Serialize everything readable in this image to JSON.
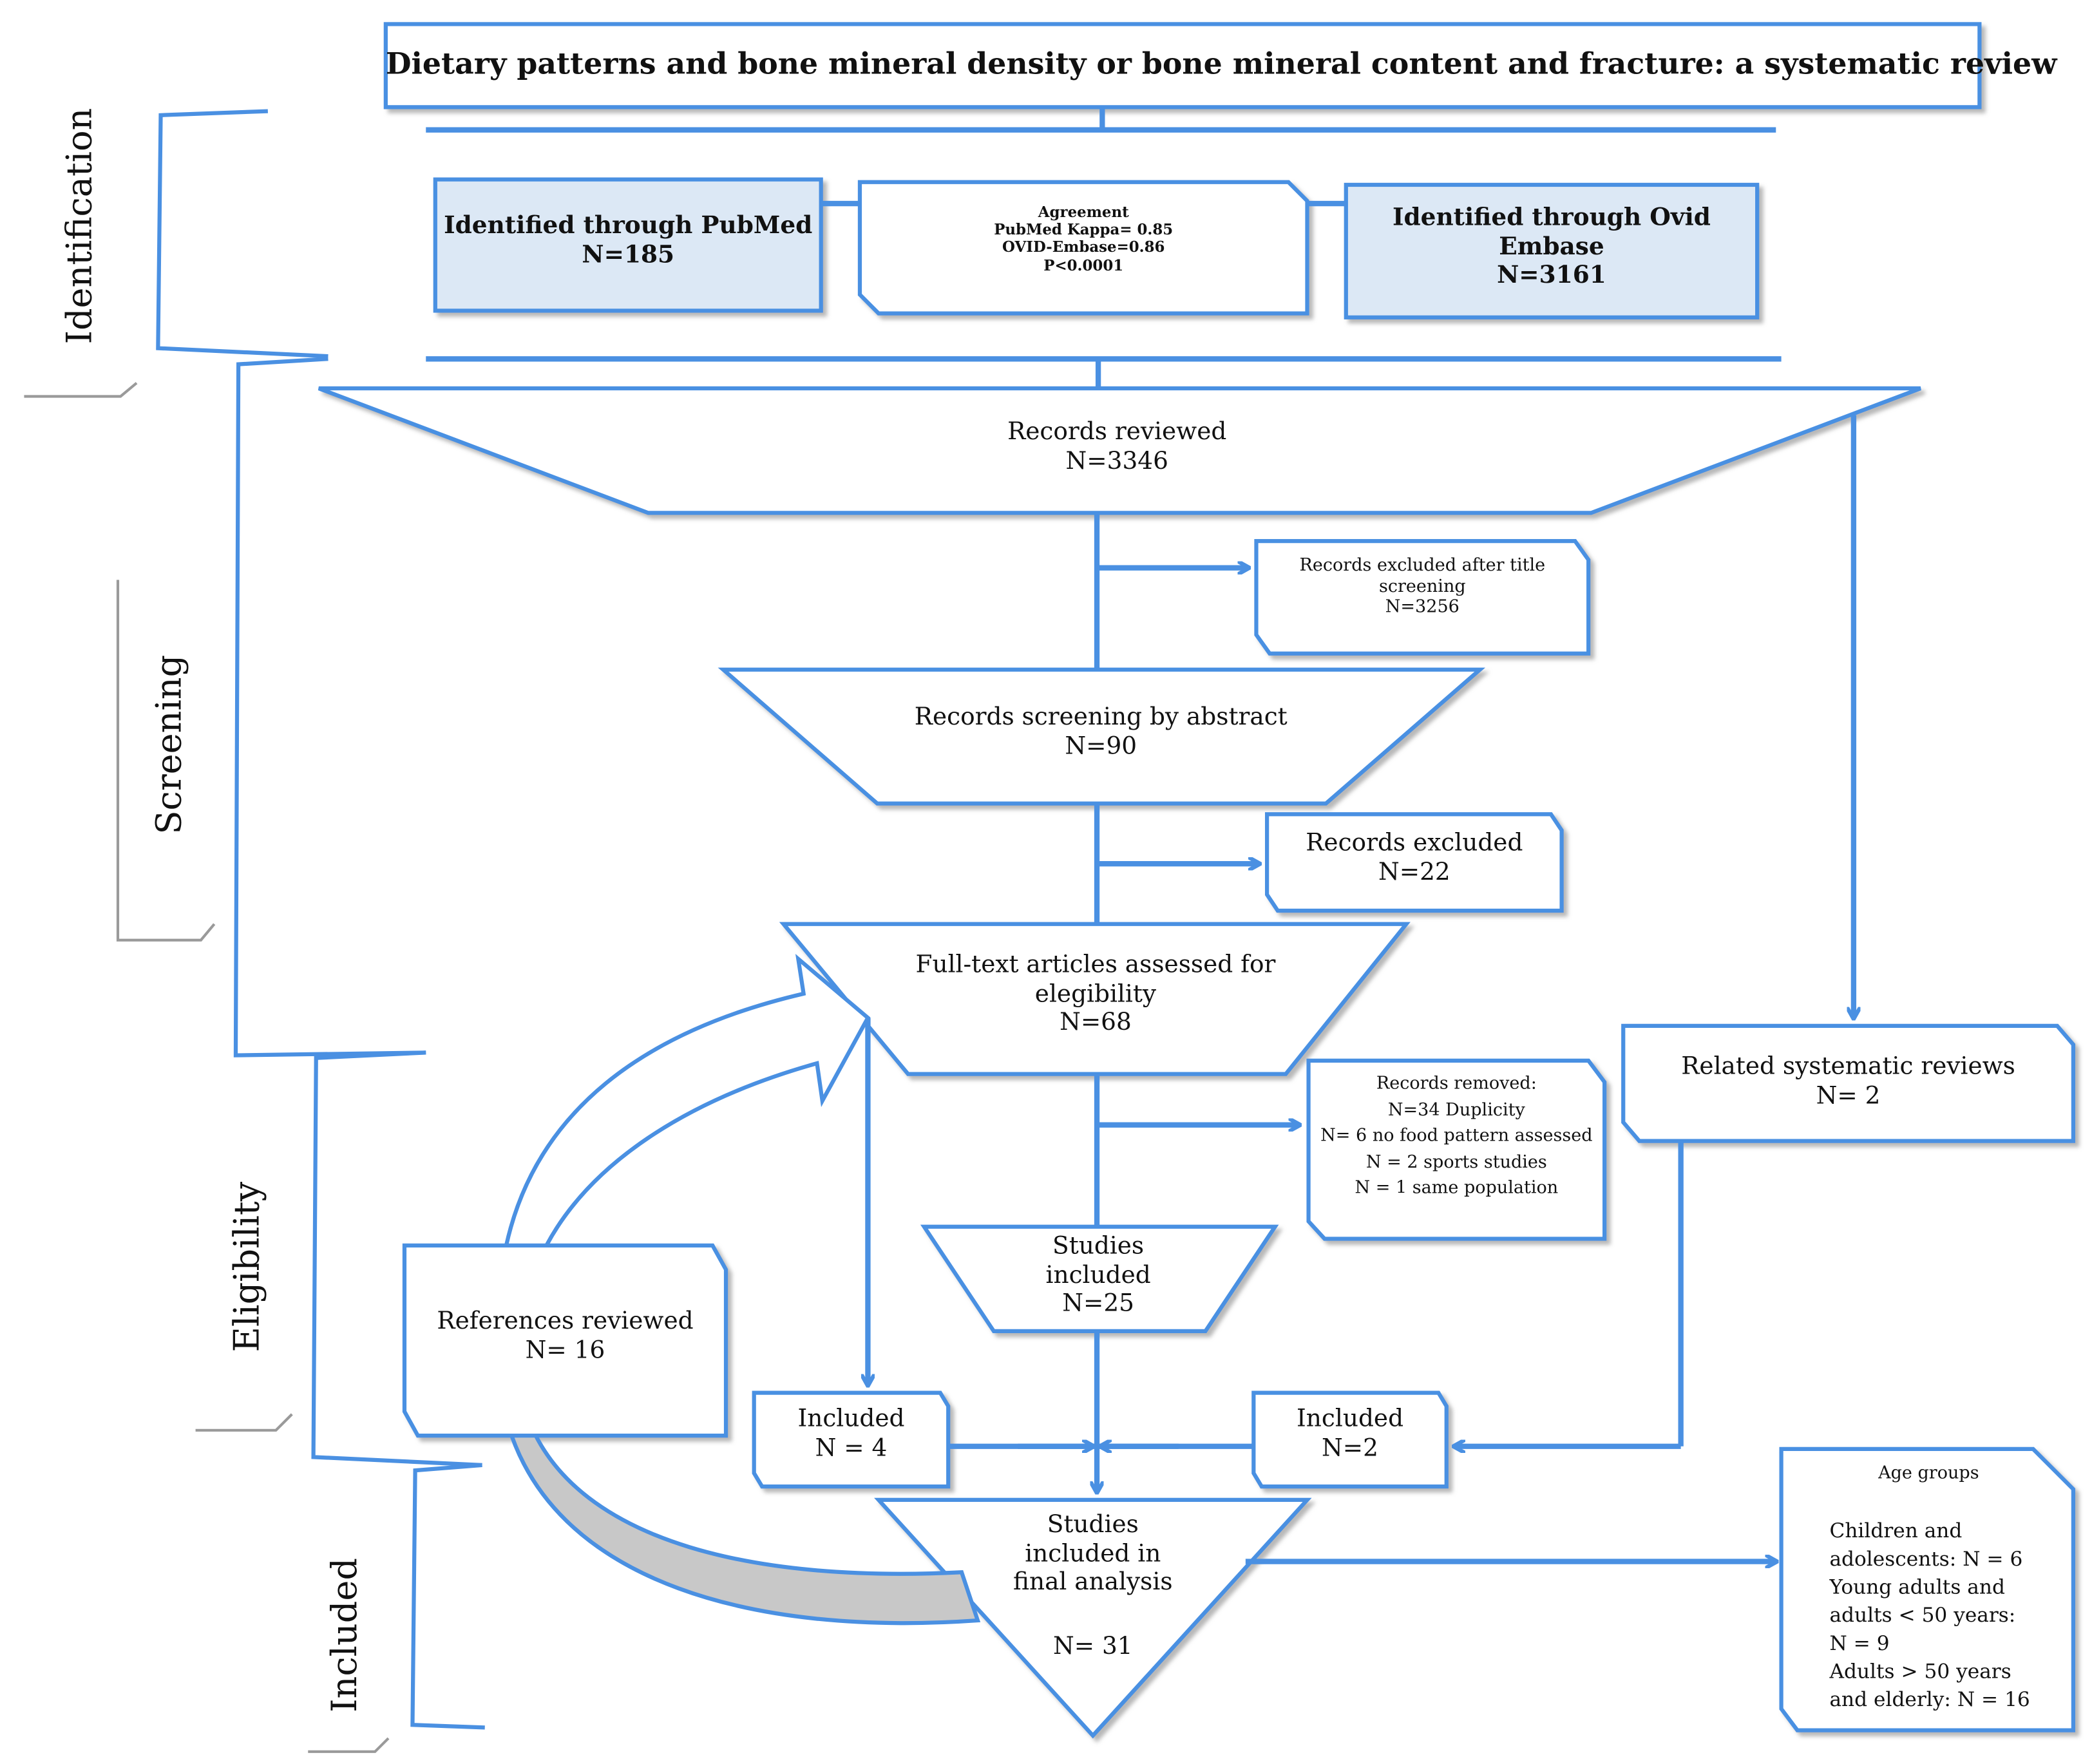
{
  "title": "Dietary patterns and bone mineral density or bone mineral content and fracture: a systematic review",
  "stages": {
    "identification": "Identification",
    "screening": "Screening",
    "eligibility": "Eligibility",
    "included": "Included"
  },
  "colors": {
    "stroke": "#4a90e2",
    "fill_blue": "#dce8f5",
    "arrow_grey": "#c8c8c8"
  },
  "boxes": {
    "pubmed": {
      "line1": "Identified through PubMed",
      "line2": "N=185"
    },
    "agreement": {
      "line1": "Agreement",
      "line2": "PubMed Kappa= 0.85",
      "line3": "OVID-Embase=0.86",
      "line4": "P<0.0001"
    },
    "ovid": {
      "line1": "Identified through Ovid",
      "line2": "Embase",
      "line3": "N=3161"
    },
    "records_reviewed": {
      "line1": "Records reviewed",
      "line2": "N=3346"
    },
    "excluded_title": {
      "line1": "Records excluded after title",
      "line2": "screening",
      "line3": "N=3256"
    },
    "abstract": {
      "line1": "Records screening by abstract",
      "line2": "N=90"
    },
    "excluded": {
      "line1": "Records excluded",
      "line2": "N=22"
    },
    "fulltext": {
      "line1": "Full-text articles assessed for",
      "line2": "elegibility",
      "line3": "N=68"
    },
    "related": {
      "line1": "Related systematic reviews",
      "line2": "N= 2"
    },
    "removed": {
      "line1": "Records removed:",
      "line2": "N=34 Duplicity",
      "line3": "N= 6 no food pattern assessed",
      "line4": "N = 2 sports studies",
      "line5": "N = 1 same population"
    },
    "studies_included": {
      "line1": "Studies",
      "line2": "included",
      "line3": "N=25"
    },
    "references": {
      "line1": "References reviewed",
      "line2": "N= 16"
    },
    "included4": {
      "line1": "Included",
      "line2": "N = 4"
    },
    "included2": {
      "line1": "Included",
      "line2": "N=2"
    },
    "final": {
      "line1": "Studies",
      "line2": "included in",
      "line3": "final analysis",
      "line4": "N= 31"
    },
    "age": {
      "line1": "Age groups",
      "line2": "Children and",
      "line3": "adolescents: N = 6",
      "line4": "Young adults and",
      "line5": "adults < 50 years:",
      "line6": "N = 9",
      "line7": "Adults > 50 years",
      "line8": "and elderly: N = 16"
    }
  }
}
